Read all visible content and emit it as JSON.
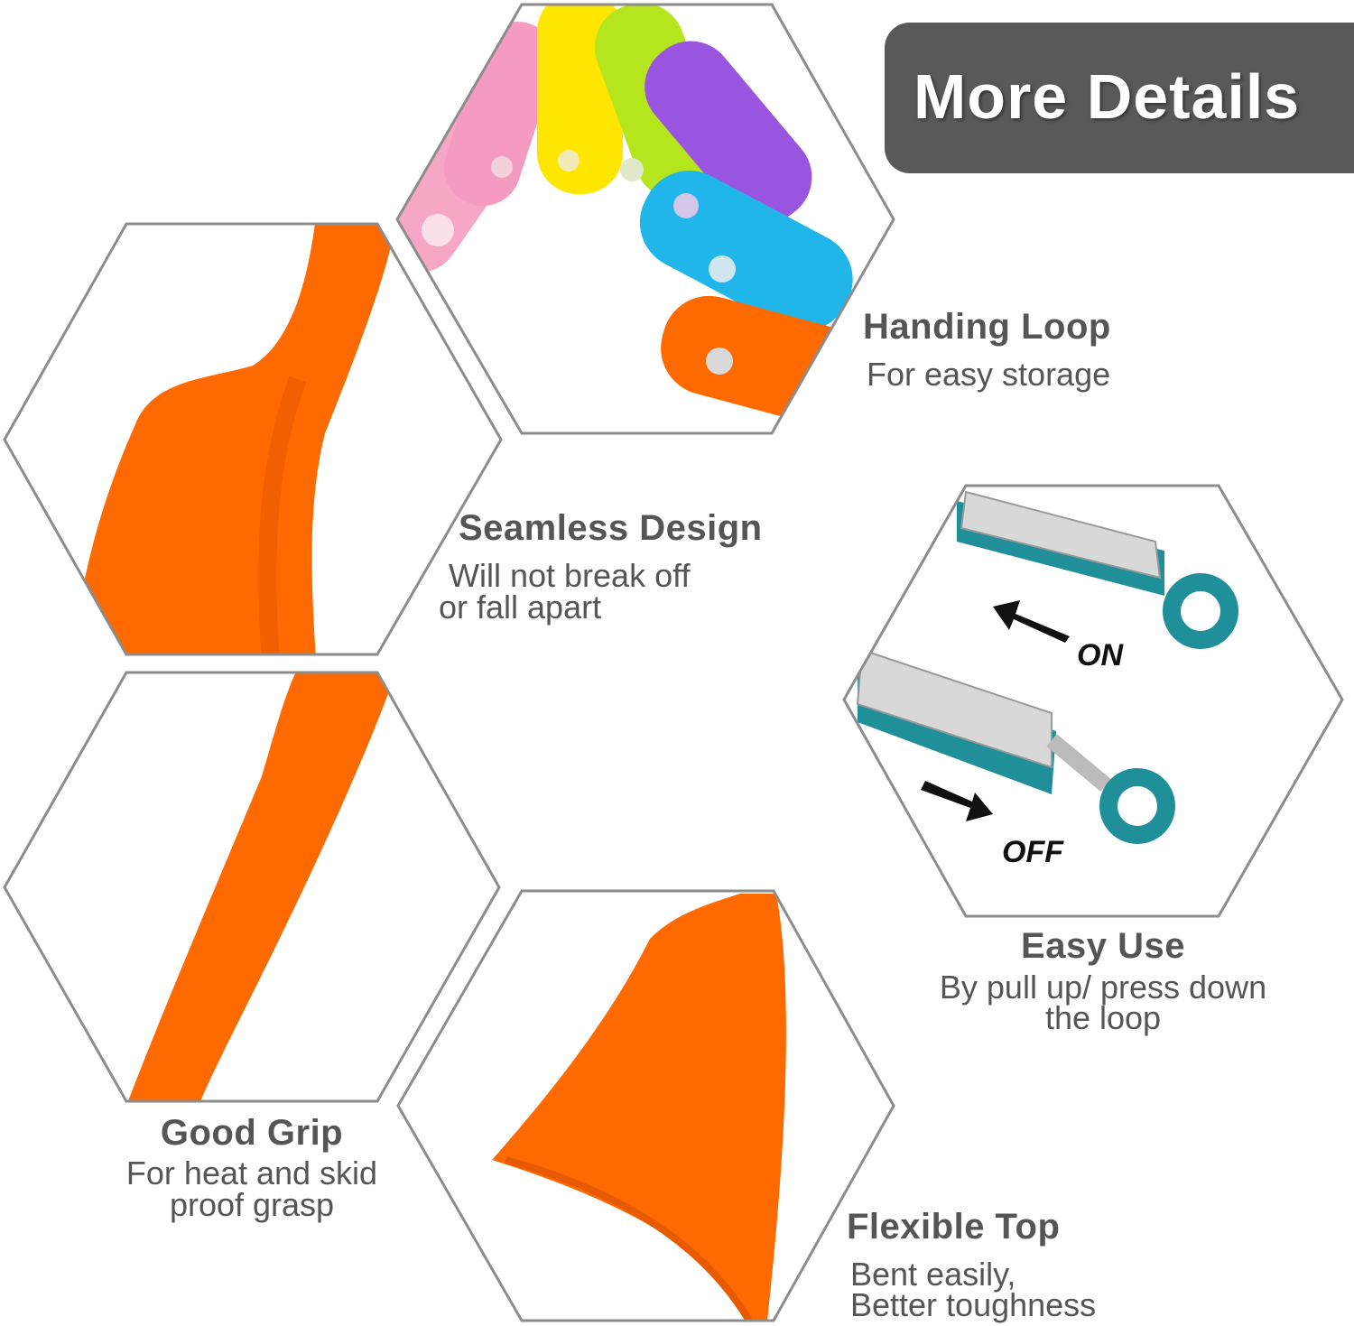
{
  "badge": {
    "title": "More Details"
  },
  "features": [
    {
      "title": "Handing Loop",
      "lines": [
        "For easy storage"
      ]
    },
    {
      "title": "Seamless  Design",
      "lines": [
        "Will not break off",
        "or fall apart"
      ]
    },
    {
      "title": "Easy Use",
      "lines": [
        "By pull up/ press down",
        "the loop"
      ]
    },
    {
      "title": "Good Grip",
      "lines": [
        "For heat and skid",
        "proof grasp"
      ]
    },
    {
      "title": "Flexible Top",
      "lines": [
        "Bent easily,",
        "Better toughness"
      ]
    }
  ],
  "tongs": {
    "on_label": "ON",
    "off_label": "OFF"
  },
  "colors": {
    "orange": "#ff6a00",
    "pink": "#f7a7c6",
    "yellow": "#ffe600",
    "green": "#b5e61d",
    "purple": "#9a55e0",
    "blue": "#21b6ea",
    "teal": "#1f8f9a",
    "border": "#8c8c8c",
    "badge": "#595959"
  }
}
